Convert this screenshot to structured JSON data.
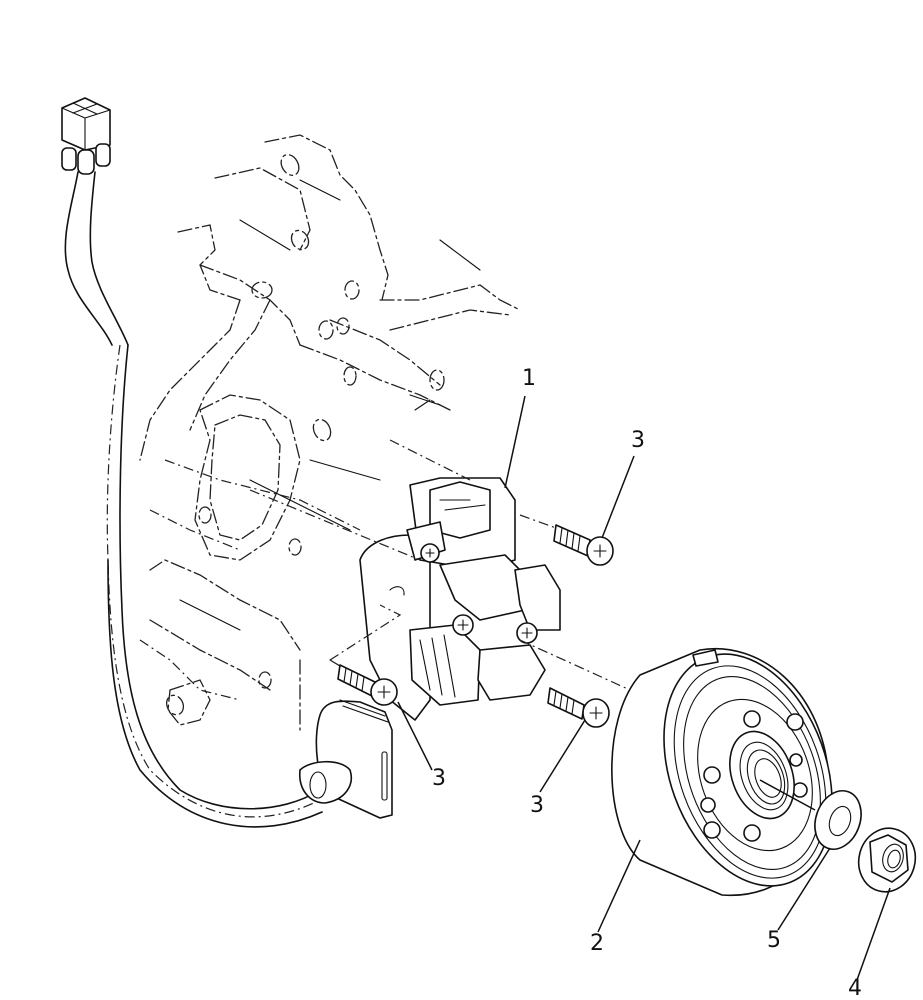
{
  "diagram": {
    "type": "exploded-parts-view",
    "subject": "Stator / flywheel (magneto) assembly on crankcase",
    "background": "#ffffff",
    "line_color": "#111111",
    "parts": [
      {
        "id": "stator",
        "label": "1"
      },
      {
        "id": "flywheel-rotor",
        "label": "2"
      },
      {
        "id": "screw-upper-right",
        "label": "3"
      },
      {
        "id": "screw-lower-left",
        "label": "3"
      },
      {
        "id": "screw-lower-right",
        "label": "3"
      },
      {
        "id": "flange-nut",
        "label": "4"
      },
      {
        "id": "washer",
        "label": "5"
      }
    ],
    "unlabeled_components": [
      "wire-harness-connector",
      "wire-harness-cable",
      "cable-grommet",
      "crankcase-cover-outline",
      "pickup-coil"
    ]
  },
  "callouts": {
    "c1": "1",
    "c2": "2",
    "c3a": "3",
    "c3b": "3",
    "c3c": "3",
    "c4": "4",
    "c5": "5"
  }
}
